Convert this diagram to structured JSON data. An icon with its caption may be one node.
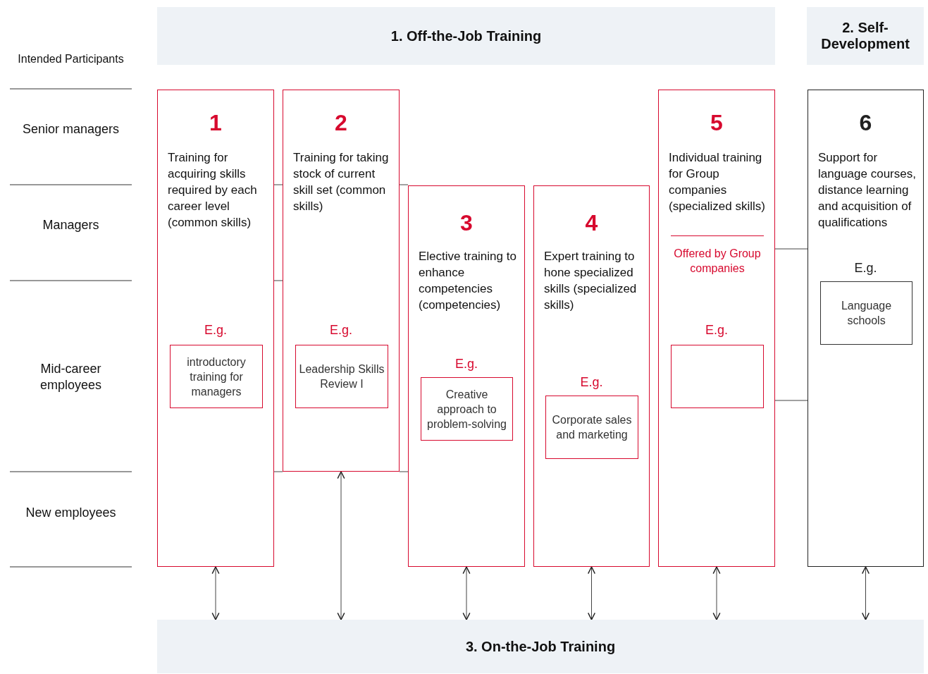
{
  "diagram": {
    "nodes": [
      {
        "text": [
          "1. Off-the-Job Training"
        ]
      },
      {
        "text": [
          "2. Self-Development"
        ]
      },
      {
        "text": [
          "1",
          "Training for acquiring skills required by each career level (common skills)",
          "E.g."
        ]
      },
      {
        "text": [
          "introductory training for managers"
        ],
        "in": 2
      },
      {
        "text": [
          "2",
          "Training for taking stock of current skill set (common skills)",
          "E.g."
        ]
      },
      {
        "text": [
          "Leadership Skills Review I"
        ],
        "in": 4
      },
      {
        "text": [
          "3",
          "Elective training to enhance competencies (competencies)",
          "E.g."
        ]
      },
      {
        "text": [
          "Creative approach to problem-solving"
        ],
        "in": 6
      },
      {
        "text": [
          "4",
          "Expert training to hone specialized skills (specialized skills)",
          "E.g."
        ]
      },
      {
        "text": [
          "Corporate sales and marketing"
        ],
        "in": 8
      },
      {
        "text": [
          "5",
          "Individual training for Group companies (specialized skills)",
          "Offered by Group companies",
          "E.g."
        ]
      },
      {
        "text": [],
        "shape": "box",
        "in": 10
      },
      {
        "text": [
          "6",
          "Support for language courses, distance learning and acquisition of qualifications",
          "E.g."
        ]
      },
      {
        "text": [
          "Language schools"
        ],
        "in": 12
      },
      {
        "text": [
          "3. On-the-Job Training"
        ]
      }
    ],
    "edges": [
      {
        "from": 2,
        "to": 14,
        "arrow": "both"
      },
      {
        "from": 4,
        "to": 14,
        "arrow": "both"
      },
      {
        "from": 6,
        "to": 14,
        "arrow": "both"
      },
      {
        "from": 8,
        "to": 14,
        "arrow": "both"
      },
      {
        "from": 10,
        "to": 14,
        "arrow": "both"
      },
      {
        "from": 12,
        "to": 14,
        "arrow": "both"
      },
      {
        "from": 2,
        "to": 4,
        "arrow": "none"
      },
      {
        "from": 2,
        "to": 4,
        "arrow": "none"
      },
      {
        "from": 2,
        "to": 4,
        "arrow": "none"
      },
      {
        "from": 4,
        "to": 6,
        "arrow": "none"
      },
      {
        "from": 4,
        "to": 6,
        "arrow": "none"
      },
      {
        "from": 10,
        "to": 12,
        "arrow": "none"
      },
      {
        "from": 10,
        "to": 12,
        "arrow": "none"
      }
    ],
    "labels": [
      "Intended Participants",
      "Senior managers",
      "Managers",
      "Mid-career employees",
      "New employees"
    ]
  }
}
